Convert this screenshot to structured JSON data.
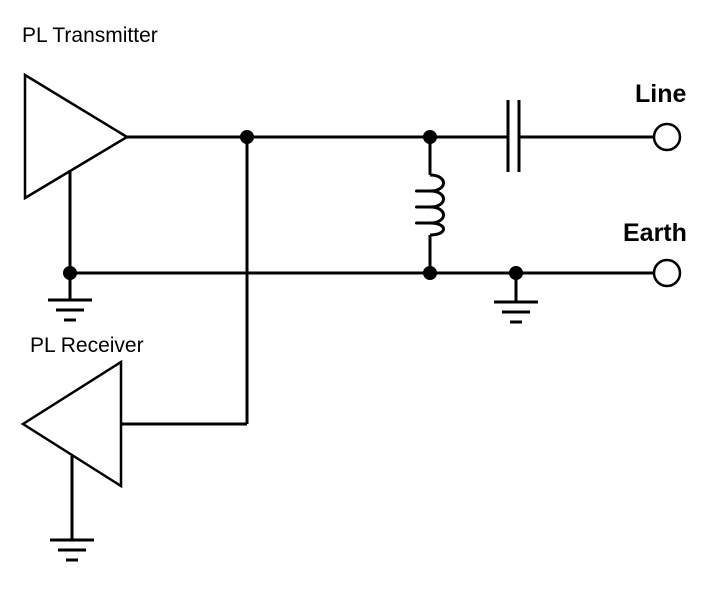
{
  "labels": {
    "transmitter": "PL Transmitter",
    "receiver": "PL Receiver",
    "line": "Line",
    "earth": "Earth"
  },
  "colors": {
    "stroke": "#000000",
    "background": "#ffffff"
  }
}
